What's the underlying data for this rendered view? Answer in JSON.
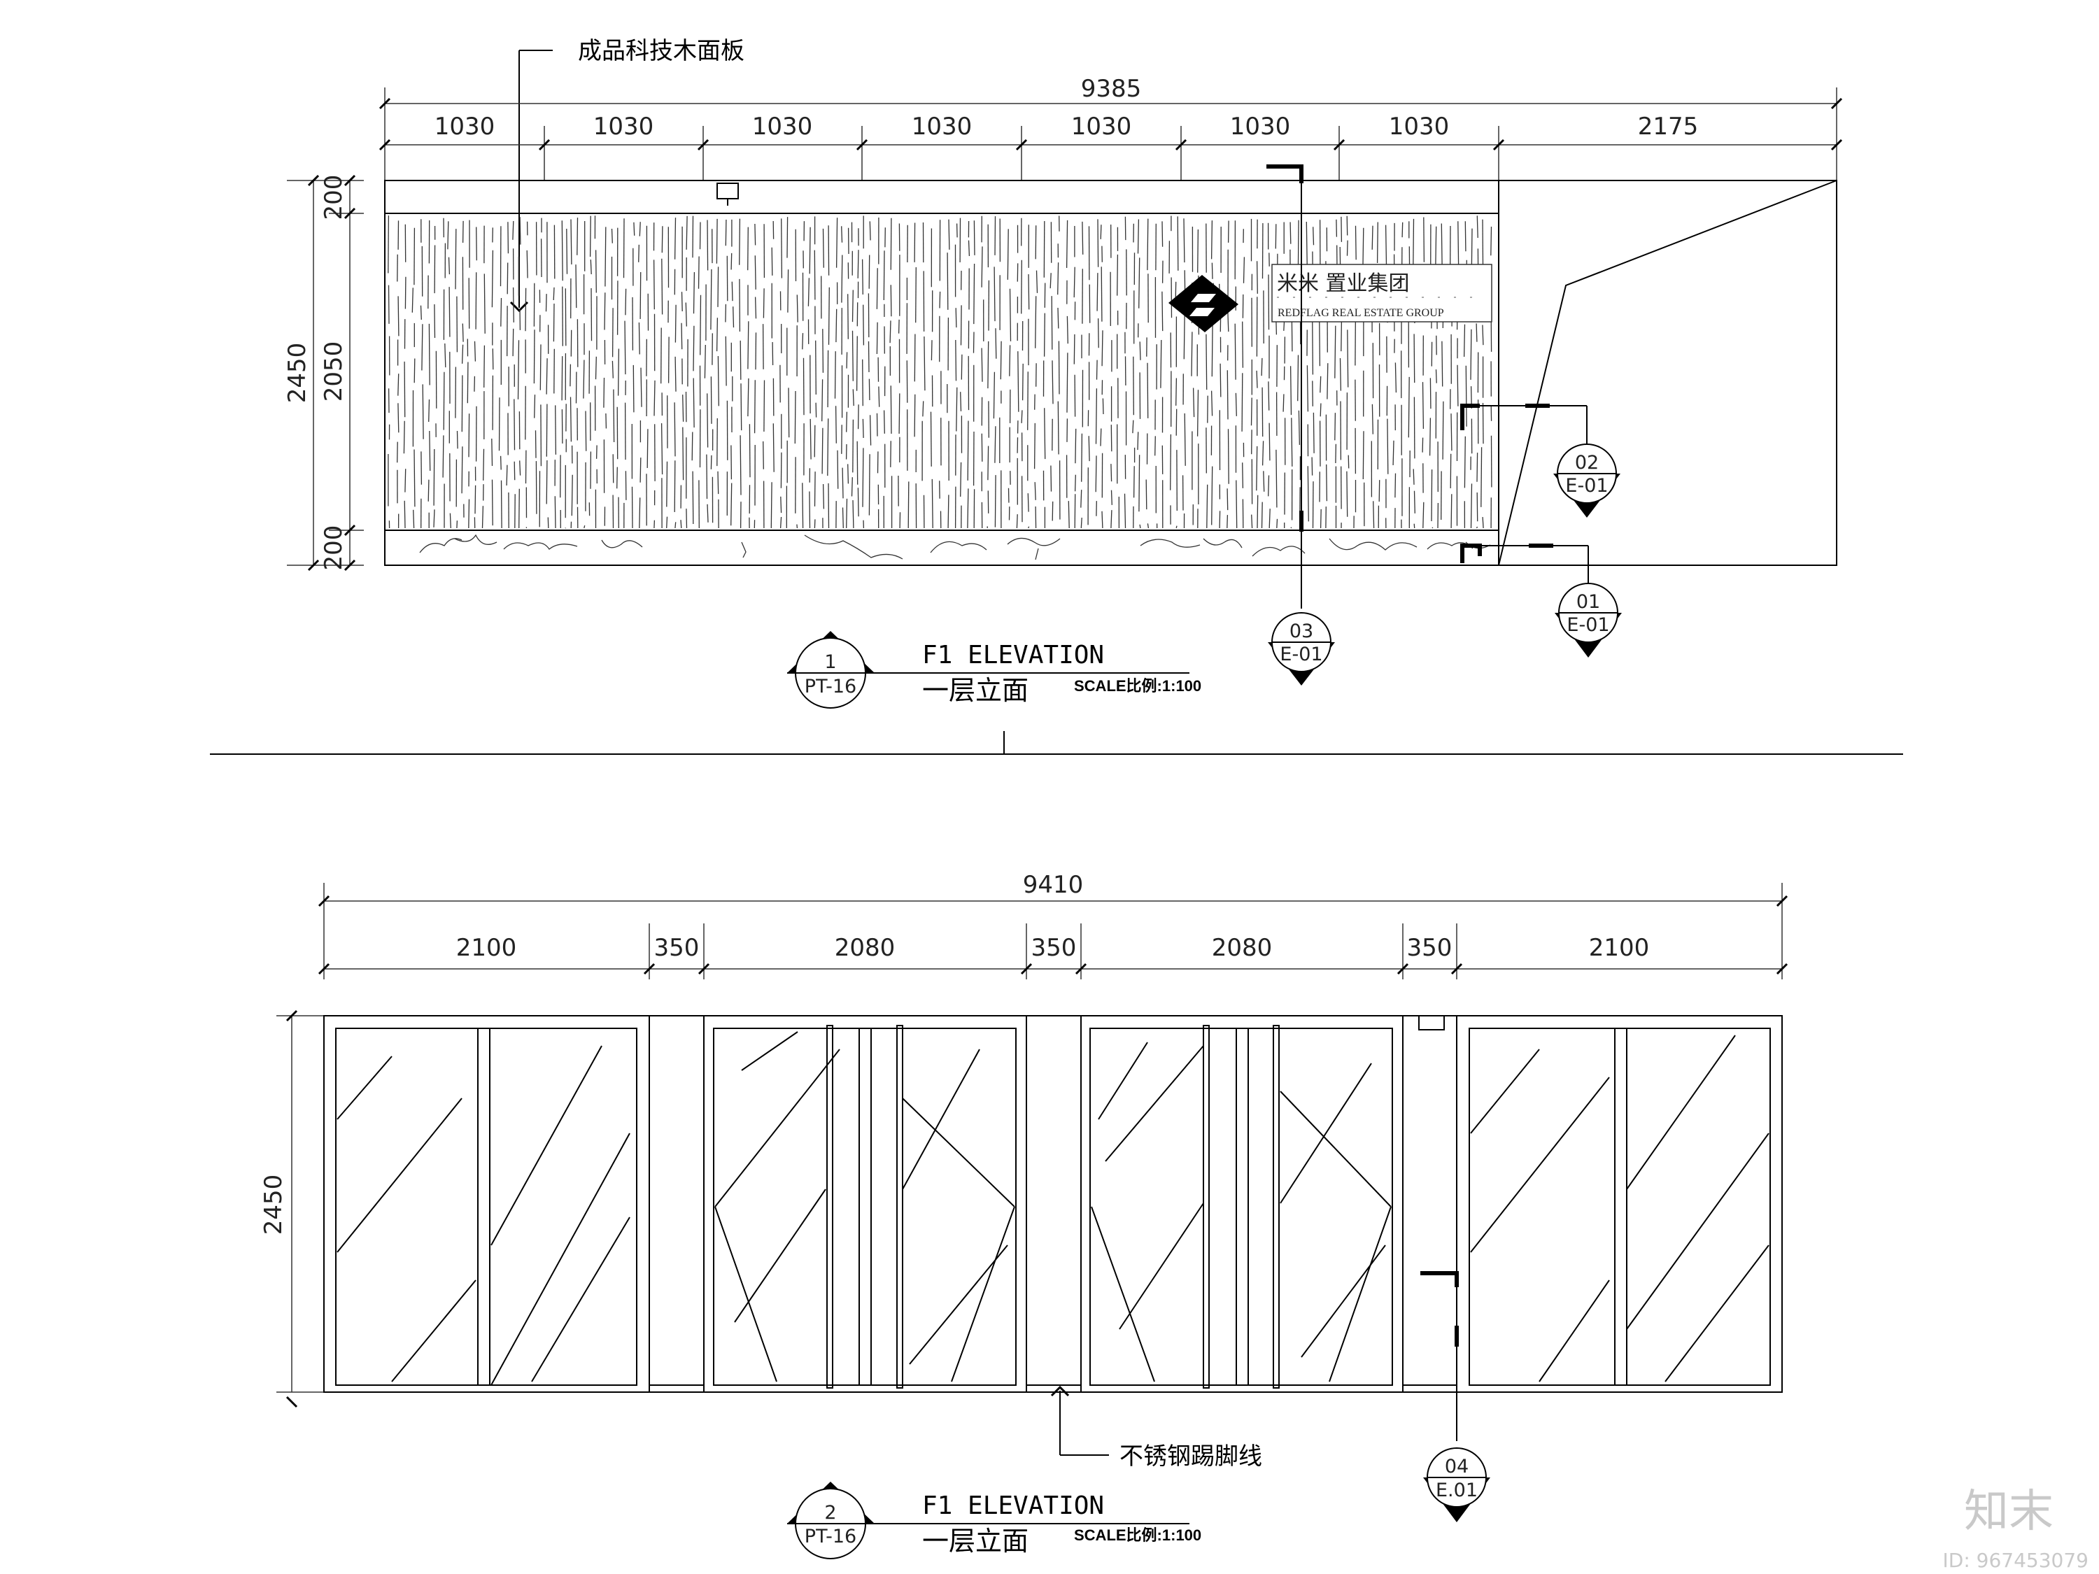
{
  "elevation_top": {
    "panel_note": "成品科技木面板",
    "overall_width": "9385",
    "segments": [
      "1030",
      "1030",
      "1030",
      "1030",
      "1030",
      "1030",
      "1030",
      "2175"
    ],
    "heights": {
      "top_band": "200",
      "panel": "2050",
      "base": "200",
      "total": "2450"
    },
    "brand": {
      "name_cn": "米米 置业集团",
      "name_en": "REDFLAG REAL ESTATE GROUP"
    },
    "section_markers": [
      {
        "num": "02",
        "sheet": "E-01"
      },
      {
        "num": "01",
        "sheet": "E-01"
      },
      {
        "num": "03",
        "sheet": "E-01"
      }
    ],
    "title": {
      "num": "1",
      "sheet": "PT-16",
      "en": "F1 ELEVATION",
      "cn": "一层立面",
      "scale": "SCALE比例:1:100"
    }
  },
  "elevation_bottom": {
    "overall_width": "9410",
    "segments": [
      "2100",
      "350",
      "2080",
      "350",
      "2080",
      "350",
      "2100"
    ],
    "height": "2450",
    "skirting_note": "不锈钢踢脚线",
    "section_marker": {
      "num": "04",
      "sheet": "E.01"
    },
    "title": {
      "num": "2",
      "sheet": "PT-16",
      "en": "F1 ELEVATION",
      "cn": "一层立面",
      "scale": "SCALE比例:1:100"
    }
  },
  "watermark": {
    "brand": "知末",
    "id": "ID: 967453079"
  },
  "colors": {
    "line": "#000000",
    "dim_line": "#333333",
    "background": "#ffffff"
  }
}
